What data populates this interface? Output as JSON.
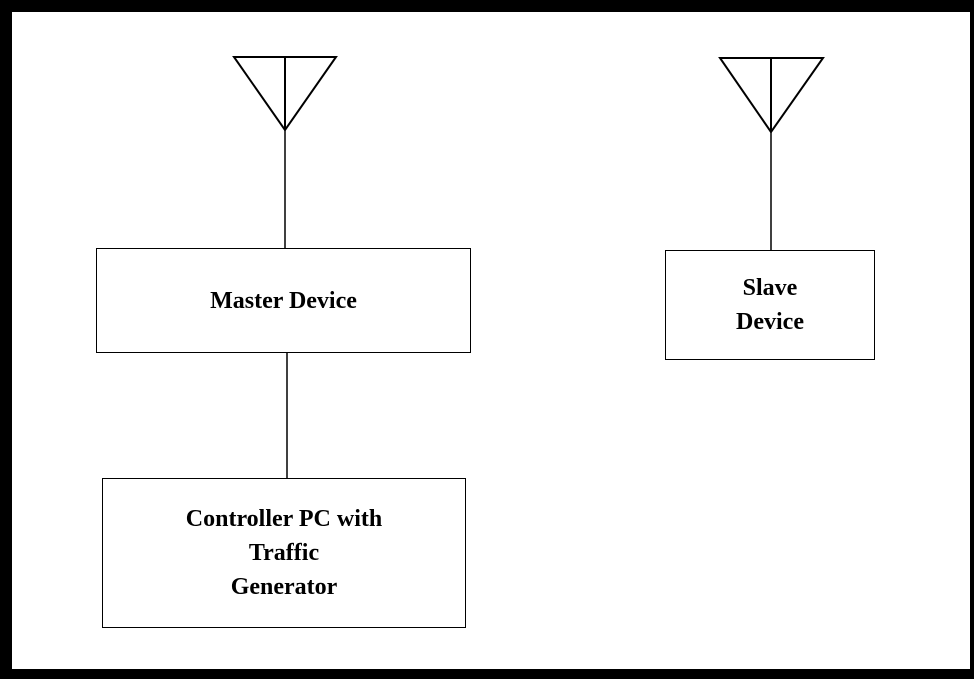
{
  "nodes": {
    "master": {
      "label": "Master Device"
    },
    "slave": {
      "lines": [
        "Slave",
        "Device"
      ]
    },
    "controller": {
      "lines": [
        "Controller PC with",
        "Traffic",
        "Generator"
      ]
    }
  },
  "icons": {
    "master_antenna": "antenna-icon",
    "slave_antenna": "antenna-icon"
  },
  "colors": {
    "stroke": "#000000",
    "background": "#ffffff"
  }
}
